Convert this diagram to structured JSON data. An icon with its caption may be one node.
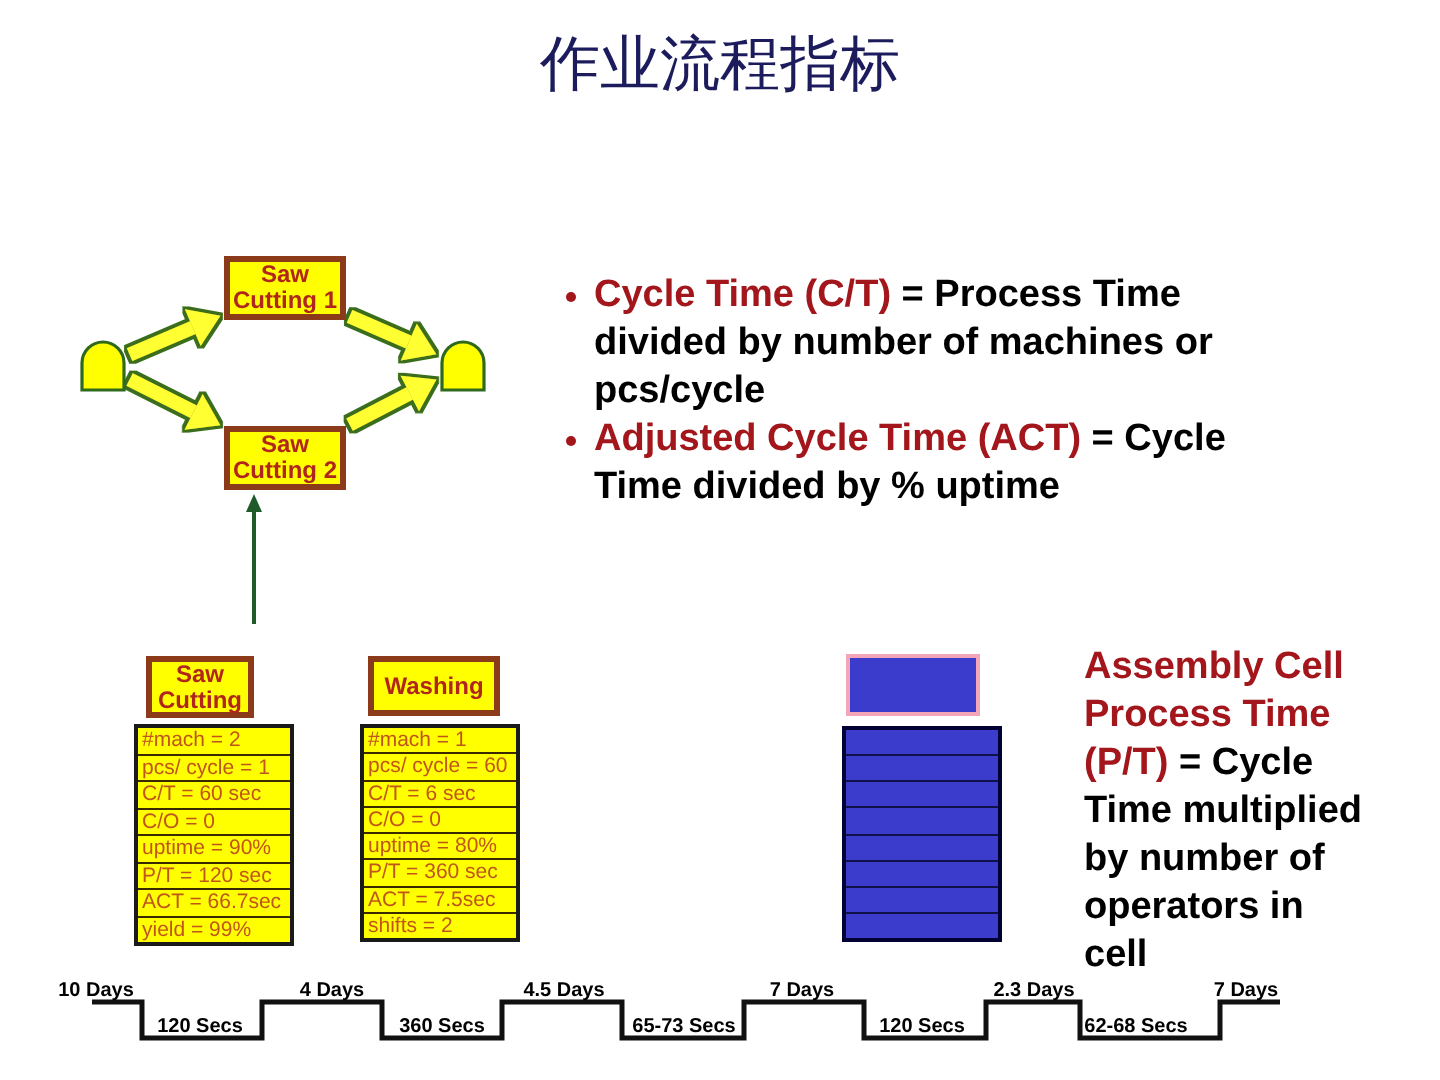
{
  "diagram": {
    "title": "作业流程指标",
    "nodes": [
      {
        "text": [],
        "shape": "dome"
      },
      {
        "text": [
          "Saw Cutting 1"
        ]
      },
      {
        "text": [
          "Saw Cutting 2"
        ]
      },
      {
        "text": [],
        "shape": "dome"
      },
      {
        "text": [
          "Saw Cutting"
        ]
      },
      {
        "text": [
          "#mach = 2",
          "pcs/ cycle = 1",
          "C/T = 60 sec",
          "C/O = 0",
          "uptime = 90%",
          "P/T = 120 sec",
          "ACT = 66.7sec",
          "yield = 99%"
        ]
      },
      {
        "text": [
          "Washing"
        ]
      },
      {
        "text": [
          "#mach = 1",
          "pcs/ cycle = 60",
          "C/T = 6 sec",
          "C/O = 0",
          "uptime = 80%",
          "P/T = 360 sec",
          "ACT = 7.5sec",
          "shifts = 2"
        ]
      },
      {
        "text": [],
        "shape": "box"
      },
      {
        "text": [],
        "shape": "box"
      }
    ],
    "edges": [
      {
        "from": 0,
        "to": 1,
        "arrow": "to"
      },
      {
        "from": 0,
        "to": 2,
        "arrow": "to"
      },
      {
        "from": 1,
        "to": 3,
        "arrow": "to"
      },
      {
        "from": 2,
        "to": 3,
        "arrow": "to"
      },
      {
        "from": null,
        "to": 2,
        "arrow": "to",
        "color": "#1f5a2a"
      }
    ],
    "labels": [
      "**Cycle Time (C/T)** = Process Time divided by number of machines or pcs/cycle",
      "**Adjusted Cycle Time (ACT)** = Cycle Time divided by % uptime",
      "**Assembly Cell Process Time (P/T)** = Cycle Time multiplied by number of operators in cell",
      "10 Days",
      "120 Secs",
      "4 Days",
      "360 Secs",
      "4.5 Days",
      "65-73 Secs",
      "7 Days",
      "120 Secs",
      "2.3 Days",
      "62-68 Secs",
      "7 Days"
    ]
  }
}
